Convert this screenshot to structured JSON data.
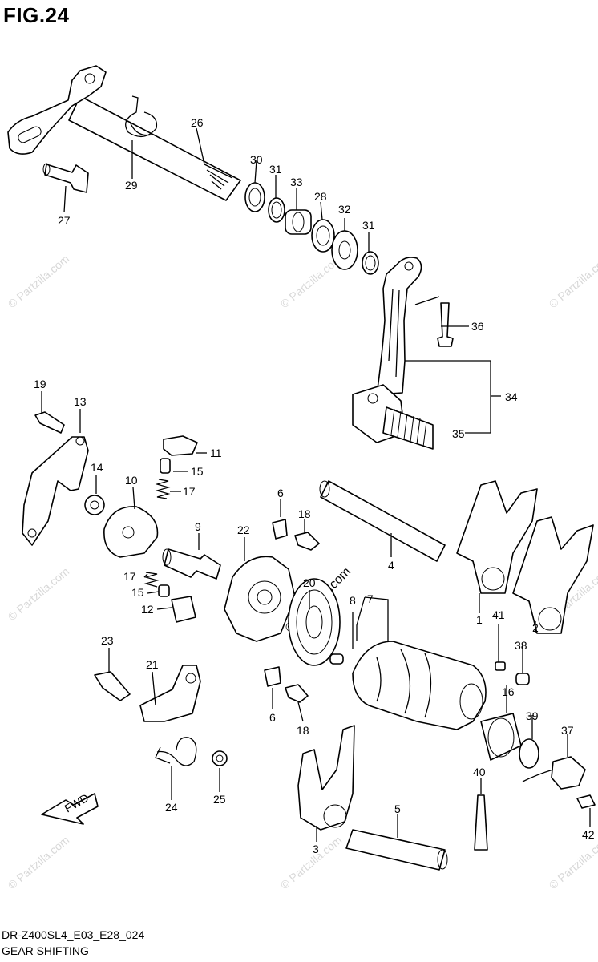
{
  "figure": {
    "title": "FIG.24",
    "model_code": "DR-Z400SL4_E03_E28_024",
    "caption": "GEAR SHIFTING",
    "direction_label": "FWD",
    "watermark": "© Partzilla.com",
    "watermark_center": "© Partzilla.com"
  },
  "callouts": [
    {
      "id": "c1",
      "label": "1"
    },
    {
      "id": "c2",
      "label": "2"
    },
    {
      "id": "c3",
      "label": "3"
    },
    {
      "id": "c4",
      "label": "4"
    },
    {
      "id": "c5",
      "label": "5"
    },
    {
      "id": "c6a",
      "label": "6"
    },
    {
      "id": "c6b",
      "label": "6"
    },
    {
      "id": "c7",
      "label": "7"
    },
    {
      "id": "c8",
      "label": "8"
    },
    {
      "id": "c9",
      "label": "9"
    },
    {
      "id": "c10",
      "label": "10"
    },
    {
      "id": "c11",
      "label": "11"
    },
    {
      "id": "c12",
      "label": "12"
    },
    {
      "id": "c13",
      "label": "13"
    },
    {
      "id": "c14",
      "label": "14"
    },
    {
      "id": "c15a",
      "label": "15"
    },
    {
      "id": "c15b",
      "label": "15"
    },
    {
      "id": "c16",
      "label": "16"
    },
    {
      "id": "c17a",
      "label": "17"
    },
    {
      "id": "c17b",
      "label": "17"
    },
    {
      "id": "c18a",
      "label": "18"
    },
    {
      "id": "c18b",
      "label": "18"
    },
    {
      "id": "c19",
      "label": "19"
    },
    {
      "id": "c20",
      "label": "20"
    },
    {
      "id": "c21",
      "label": "21"
    },
    {
      "id": "c22",
      "label": "22"
    },
    {
      "id": "c23",
      "label": "23"
    },
    {
      "id": "c24",
      "label": "24"
    },
    {
      "id": "c25",
      "label": "25"
    },
    {
      "id": "c26",
      "label": "26"
    },
    {
      "id": "c27",
      "label": "27"
    },
    {
      "id": "c28",
      "label": "28"
    },
    {
      "id": "c29",
      "label": "29"
    },
    {
      "id": "c30",
      "label": "30"
    },
    {
      "id": "c31a",
      "label": "31"
    },
    {
      "id": "c31b",
      "label": "31"
    },
    {
      "id": "c32",
      "label": "32"
    },
    {
      "id": "c33",
      "label": "33"
    },
    {
      "id": "c34",
      "label": "34"
    },
    {
      "id": "c35",
      "label": "35"
    },
    {
      "id": "c36",
      "label": "36"
    },
    {
      "id": "c37",
      "label": "37"
    },
    {
      "id": "c38",
      "label": "38"
    },
    {
      "id": "c39",
      "label": "39"
    },
    {
      "id": "c40",
      "label": "40"
    },
    {
      "id": "c41",
      "label": "41"
    },
    {
      "id": "c42",
      "label": "42"
    }
  ]
}
